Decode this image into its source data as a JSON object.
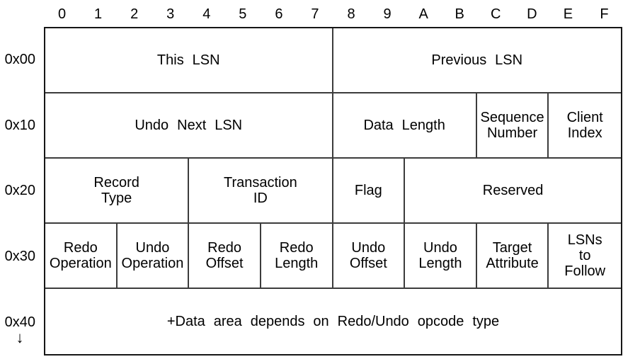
{
  "colors": {
    "background": "#ffffff",
    "outer_border": "#161616",
    "inner_border": "#3c3c3c",
    "text": "#000000"
  },
  "columns_header": [
    "0",
    "1",
    "2",
    "3",
    "4",
    "5",
    "6",
    "7",
    "8",
    "9",
    "A",
    "B",
    "C",
    "D",
    "E",
    "F"
  ],
  "continuation_arrow": "↓",
  "table": {
    "rows": [
      {
        "offset_label": "0x00",
        "cells": [
          {
            "label": "This LSN",
            "bytes": 8
          },
          {
            "label": "Previous LSN",
            "bytes": 8
          }
        ]
      },
      {
        "offset_label": "0x10",
        "cells": [
          {
            "label": "Undo Next LSN",
            "bytes": 8
          },
          {
            "label": "Data Length",
            "bytes": 4
          },
          {
            "label": "Sequence\nNumber",
            "bytes": 2
          },
          {
            "label": "Client\nIndex",
            "bytes": 2
          }
        ]
      },
      {
        "offset_label": "0x20",
        "cells": [
          {
            "label": "Record\nType",
            "bytes": 4
          },
          {
            "label": "Transaction\nID",
            "bytes": 4
          },
          {
            "label": "Flag",
            "bytes": 2
          },
          {
            "label": "Reserved",
            "bytes": 6
          }
        ]
      },
      {
        "offset_label": "0x30",
        "cells": [
          {
            "label": "Redo\nOperation",
            "bytes": 2
          },
          {
            "label": "Undo\nOperation",
            "bytes": 2
          },
          {
            "label": "Redo\nOffset",
            "bytes": 2
          },
          {
            "label": "Redo\nLength",
            "bytes": 2
          },
          {
            "label": "Undo\nOffset",
            "bytes": 2
          },
          {
            "label": "Undo\nLength",
            "bytes": 2
          },
          {
            "label": "Target\nAttribute",
            "bytes": 2
          },
          {
            "label": "LSNs\nto\nFollow",
            "bytes": 2
          }
        ]
      },
      {
        "offset_label": "0x40",
        "cells": [
          {
            "label": "+Data area depends on Redo/Undo opcode type",
            "bytes": 16
          }
        ]
      }
    ]
  }
}
